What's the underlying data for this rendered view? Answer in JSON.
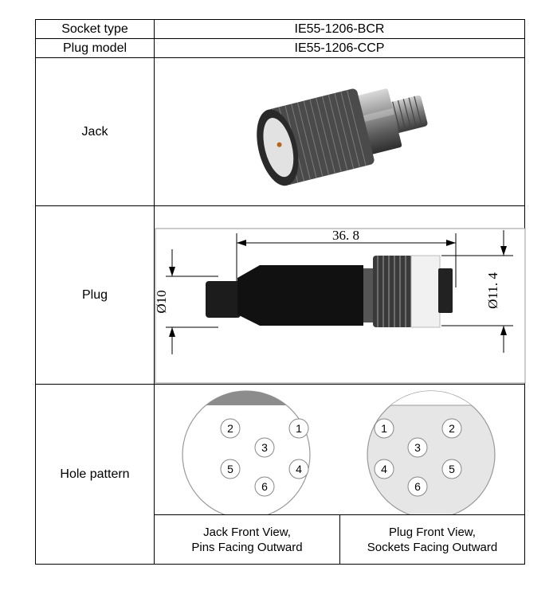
{
  "rows": {
    "socket": {
      "label": "Socket type",
      "value": "IE55-1206-BCR"
    },
    "plug_model": {
      "label": "Plug model",
      "value": "IE55-1206-CCP"
    },
    "jack": {
      "label": "Jack",
      "image": "jack-connector-render"
    },
    "plug": {
      "label": "Plug",
      "dims": {
        "length": "36. 8",
        "diam_left": "Ø10",
        "diam_right": "Ø11. 4"
      }
    },
    "hole_pattern": {
      "label": "Hole pattern",
      "jack_view": {
        "line1": "Jack Front View,",
        "line2": "Pins Facing Outward",
        "pins": [
          "2",
          "1",
          "3",
          "5",
          "4",
          "6"
        ]
      },
      "plug_view": {
        "line1": "Plug Front View,",
        "line2": "Sockets Facing Outward",
        "pins": [
          "1",
          "2",
          "3",
          "4",
          "5",
          "6"
        ]
      }
    }
  },
  "colors": {
    "border": "#000000",
    "circle_stroke": "#999999",
    "plug_face_fill": "#e6e6e6",
    "key_fill": "#8c8c8c"
  }
}
